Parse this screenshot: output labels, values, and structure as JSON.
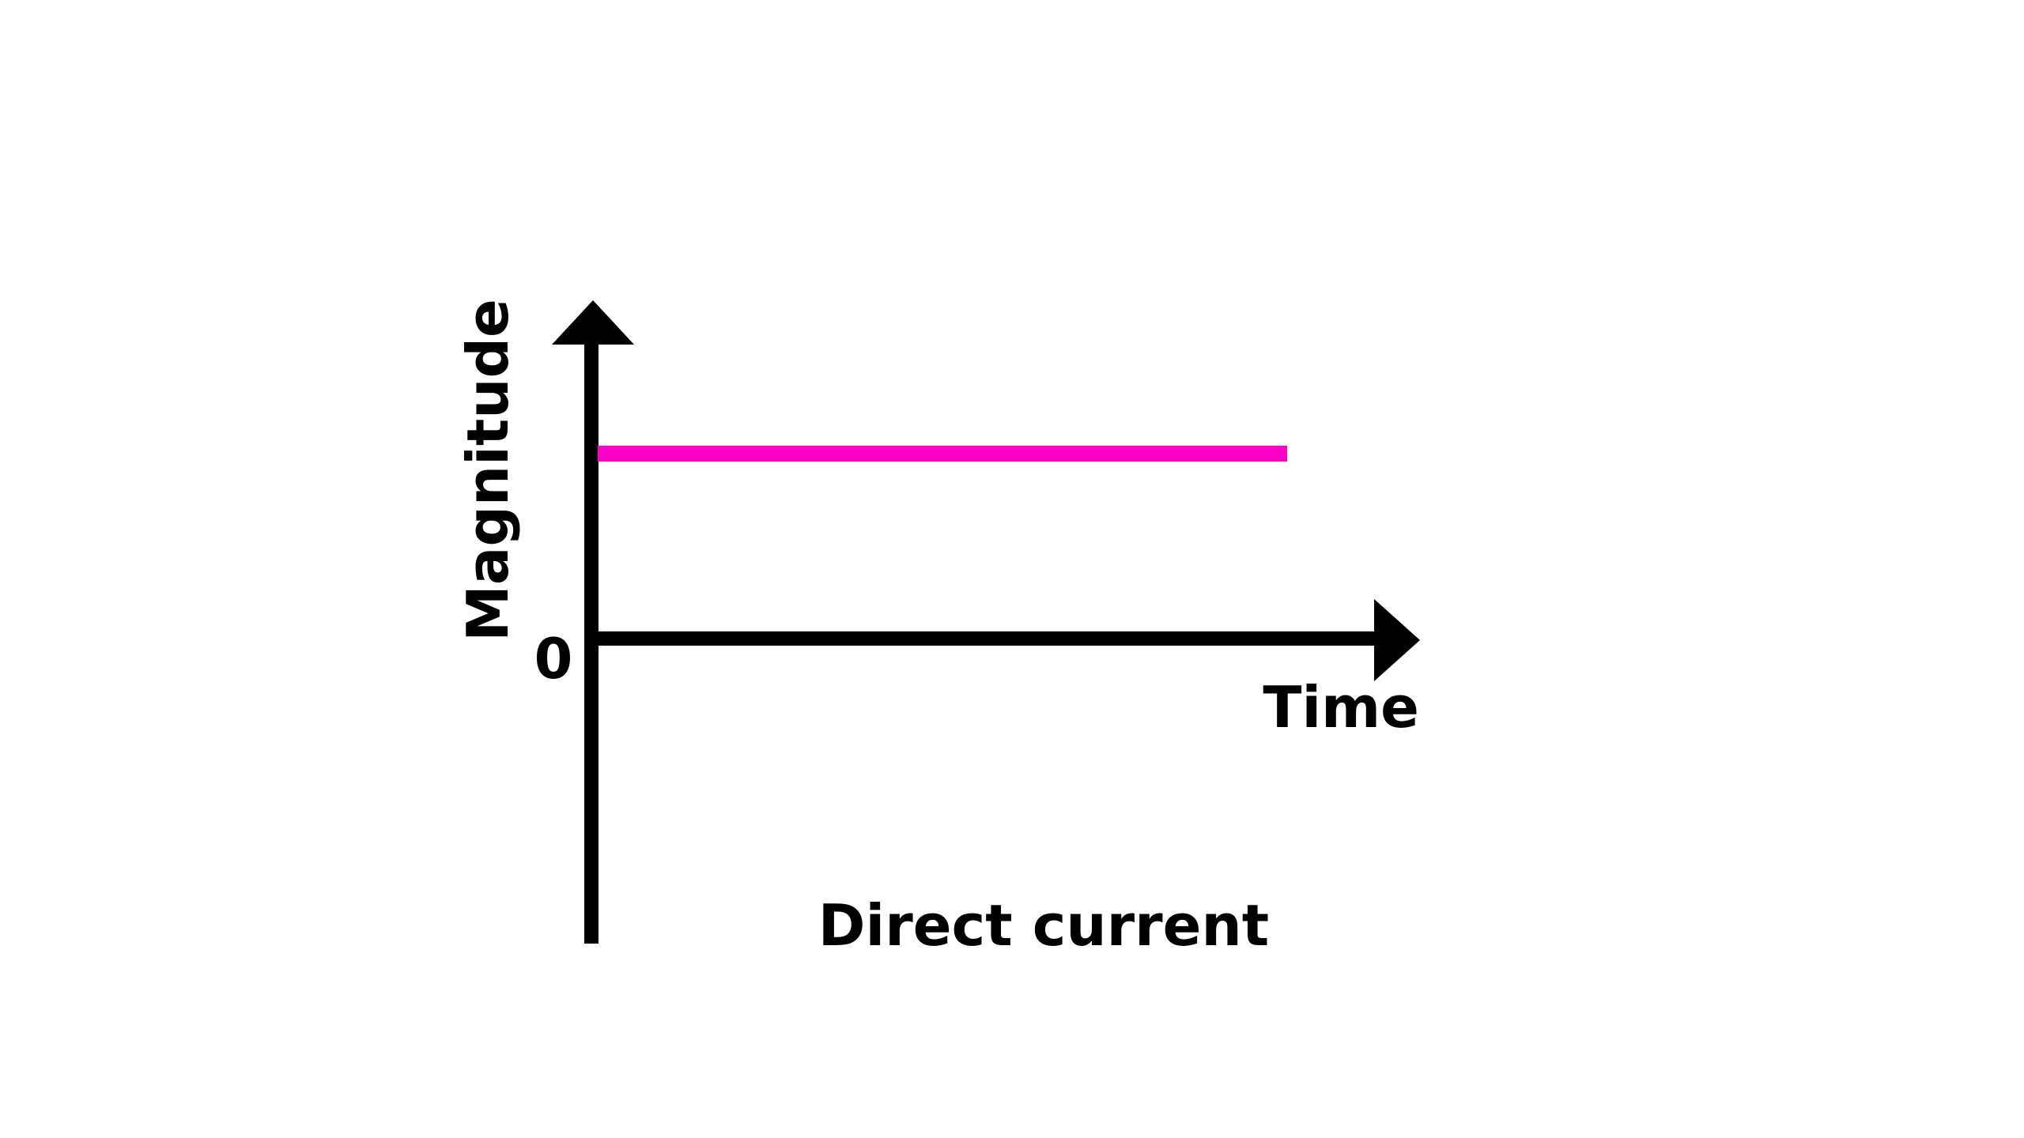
{
  "chart_data": {
    "type": "line",
    "title": "Direct current",
    "xlabel": "Time",
    "ylabel": "Magnitude",
    "y_tick_labels": [
      "0"
    ],
    "series": [
      {
        "x": [
          0,
          1
        ],
        "values": [
          1,
          1
        ],
        "color": "#ff00c8"
      }
    ],
    "xlim": [
      0,
      1
    ],
    "ylim": [
      -1.6,
      1.6
    ],
    "grid": false,
    "legend": false,
    "axis_color": "#000000"
  }
}
